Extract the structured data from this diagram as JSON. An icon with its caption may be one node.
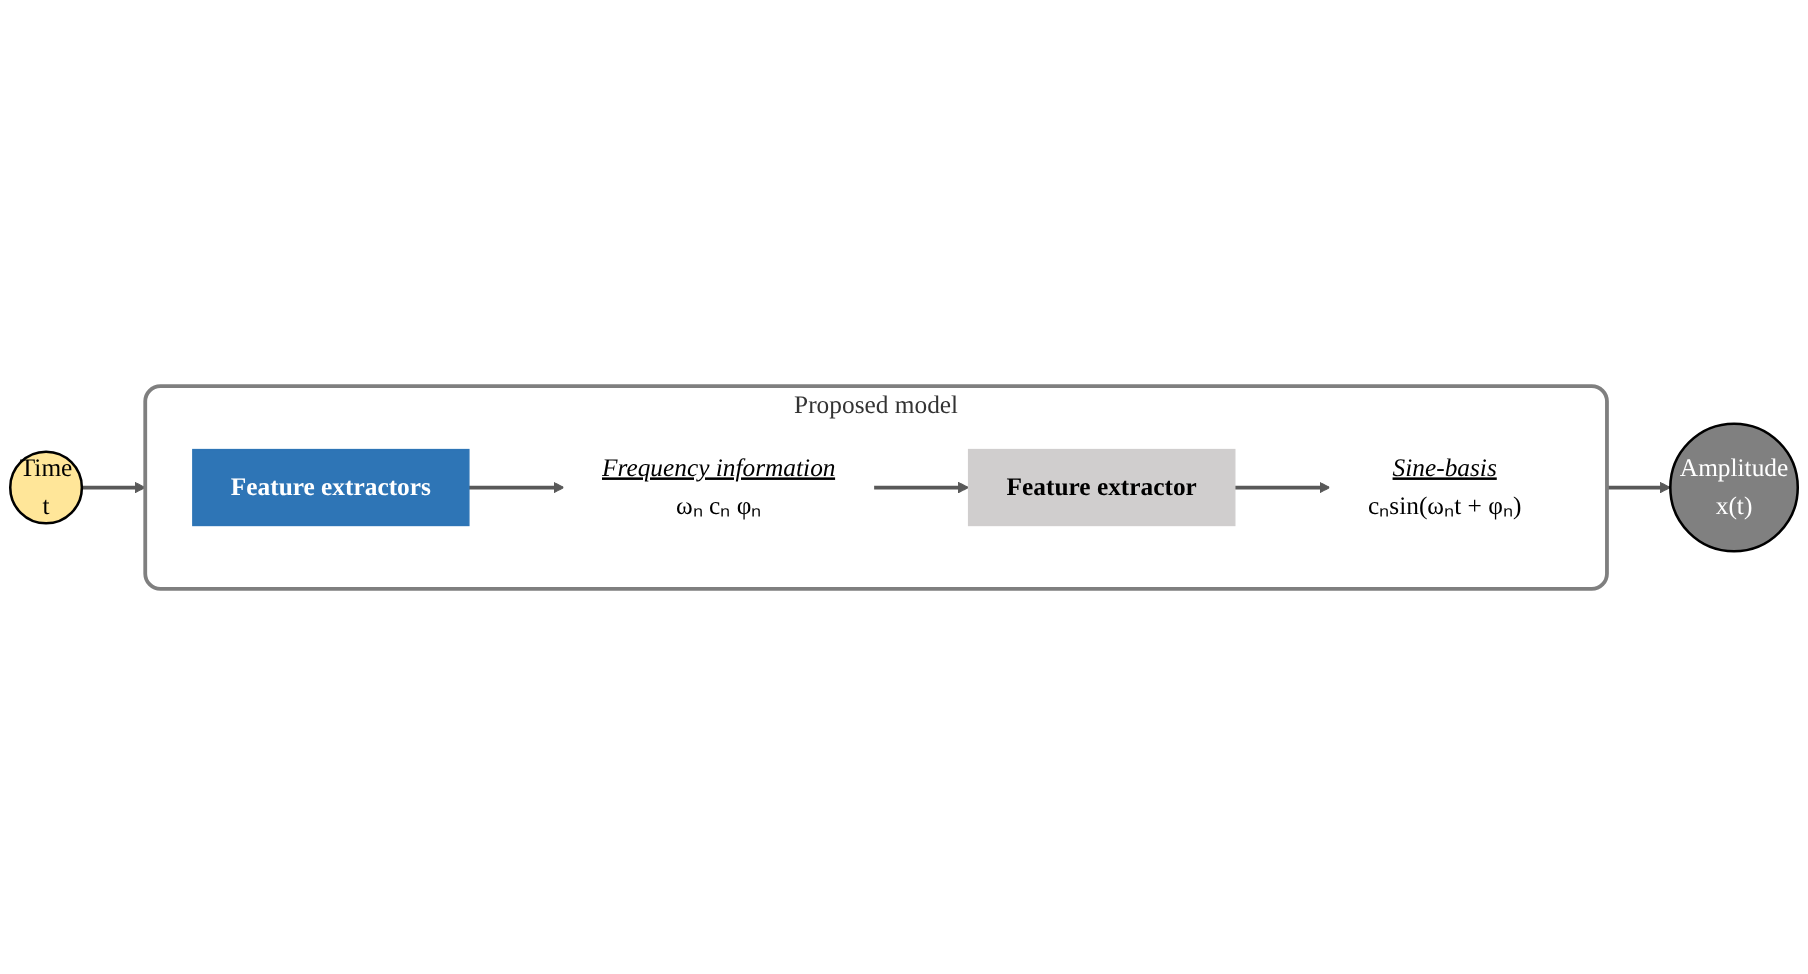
{
  "diagram": {
    "nodes": [
      {
        "text": [
          "Time",
          "t"
        ]
      },
      {
        "text": [
          "Proposed model"
        ]
      },
      {
        "text": [
          "Feature extractors"
        ],
        "in": 1
      },
      {
        "text": [
          "Frequency information",
          "ωₙ cₙ φₙ"
        ],
        "in": 1
      },
      {
        "text": [
          "Feature extractor"
        ],
        "in": 1
      },
      {
        "text": [
          "Sine-basis",
          "cₙsin(ωₙt + φₙ)"
        ],
        "in": 1
      },
      {
        "text": [
          "Amplitude",
          "x(t)"
        ]
      }
    ],
    "edges": [
      {
        "from": 0,
        "to": 1,
        "arrow": "to"
      },
      {
        "from": 2,
        "to": 3,
        "arrow": "to"
      },
      {
        "from": 3,
        "to": 4,
        "arrow": "to"
      },
      {
        "from": 4,
        "to": 5,
        "arrow": "to"
      },
      {
        "from": 1,
        "to": 6,
        "arrow": "to"
      }
    ]
  }
}
